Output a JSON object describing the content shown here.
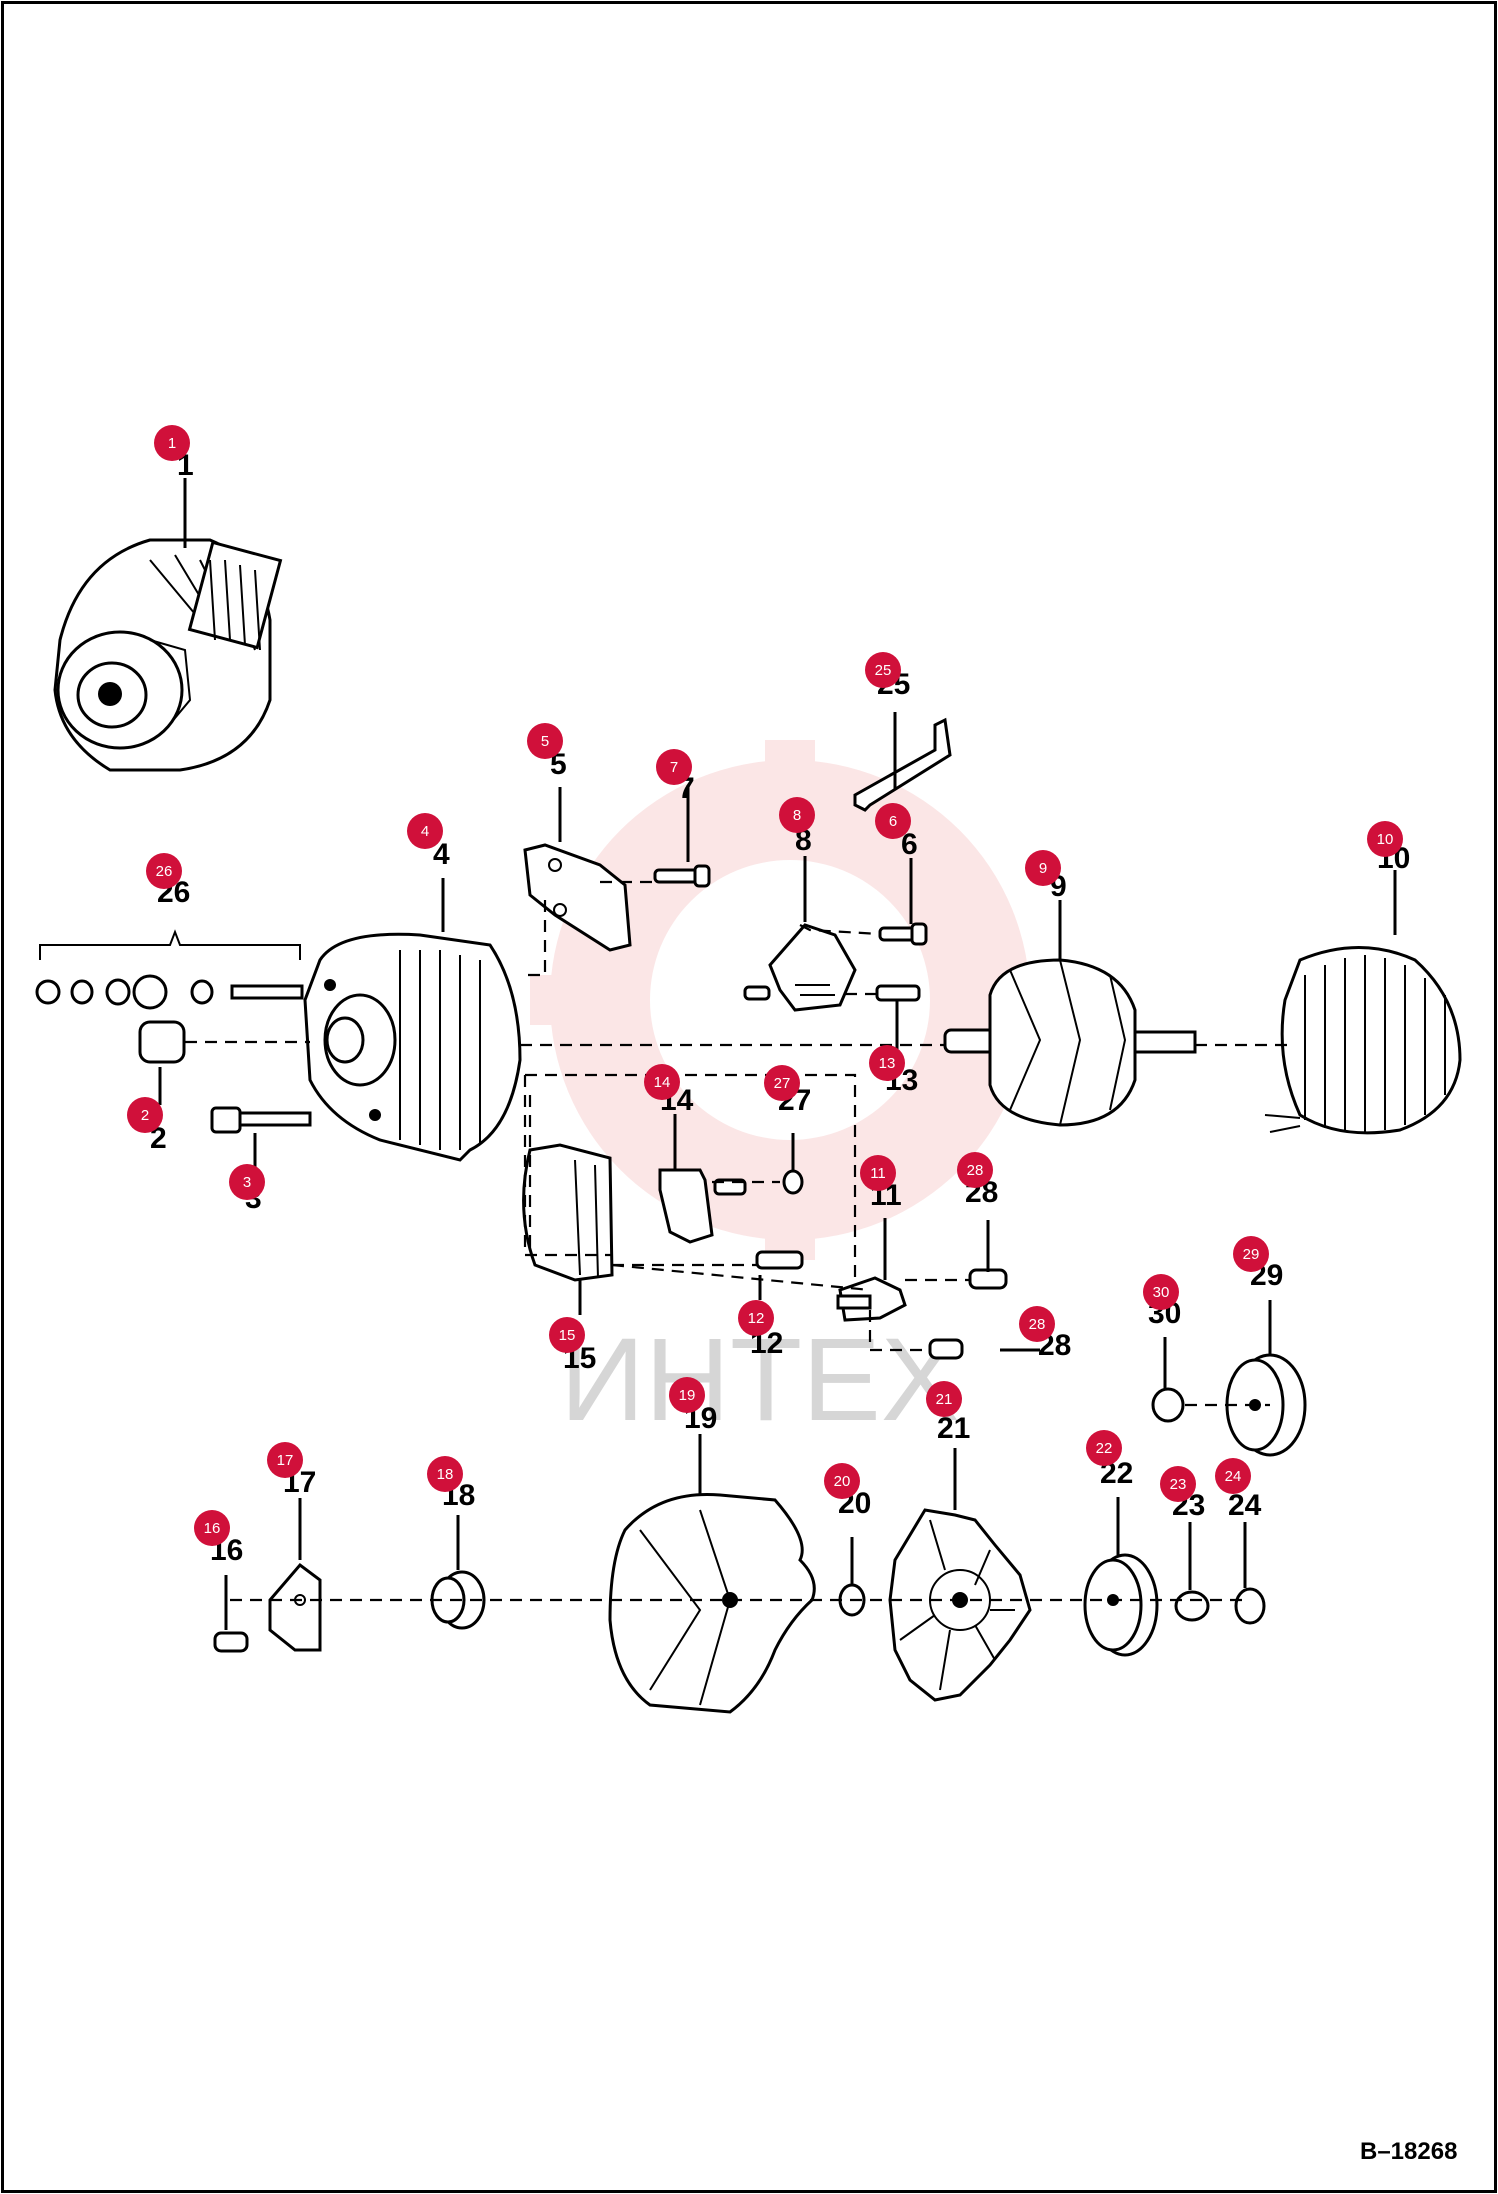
{
  "diagram": {
    "figure_ref": "B–18268",
    "watermark_text": "ИНТЕХ",
    "marker_color": "#d0103a",
    "callouts": [
      {
        "id": "1",
        "label": "1"
      },
      {
        "id": "2",
        "label": "2"
      },
      {
        "id": "3",
        "label": "3"
      },
      {
        "id": "4",
        "label": "4"
      },
      {
        "id": "5",
        "label": "5"
      },
      {
        "id": "6",
        "label": "6"
      },
      {
        "id": "7",
        "label": "7"
      },
      {
        "id": "8",
        "label": "8"
      },
      {
        "id": "9",
        "label": "9"
      },
      {
        "id": "10",
        "label": "10"
      },
      {
        "id": "11",
        "label": "11"
      },
      {
        "id": "12",
        "label": "12"
      },
      {
        "id": "13",
        "label": "13"
      },
      {
        "id": "14",
        "label": "14"
      },
      {
        "id": "15",
        "label": "15"
      },
      {
        "id": "16",
        "label": "16"
      },
      {
        "id": "17",
        "label": "17"
      },
      {
        "id": "18",
        "label": "18"
      },
      {
        "id": "19",
        "label": "19"
      },
      {
        "id": "20",
        "label": "20"
      },
      {
        "id": "21",
        "label": "21"
      },
      {
        "id": "22",
        "label": "22"
      },
      {
        "id": "23",
        "label": "23"
      },
      {
        "id": "24",
        "label": "24"
      },
      {
        "id": "25",
        "label": "25"
      },
      {
        "id": "26",
        "label": "26"
      },
      {
        "id": "27",
        "label": "27"
      },
      {
        "id": "28a",
        "label": "28"
      },
      {
        "id": "28b",
        "label": "28"
      },
      {
        "id": "29",
        "label": "29"
      },
      {
        "id": "30",
        "label": "30"
      }
    ]
  }
}
